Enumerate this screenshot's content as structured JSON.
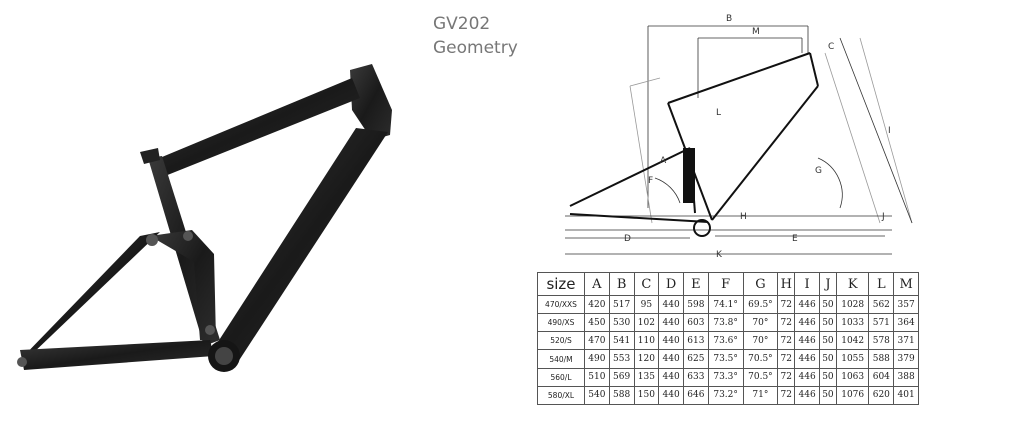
{
  "title": {
    "model": "GV202",
    "subtitle": "Geometry"
  },
  "diagram_labels": [
    "B",
    "M",
    "C",
    "L",
    "I",
    "A",
    "F",
    "G",
    "H",
    "J",
    "D",
    "E",
    "K"
  ],
  "table": {
    "headers": [
      "size",
      "A",
      "B",
      "C",
      "D",
      "E",
      "F",
      "G",
      "H",
      "I",
      "J",
      "K",
      "L",
      "M"
    ],
    "rows": [
      [
        "470/XXS",
        "420",
        "517",
        "95",
        "440",
        "598",
        "74.1°",
        "69.5°",
        "72",
        "446",
        "50",
        "1028",
        "562",
        "357"
      ],
      [
        "490/XS",
        "450",
        "530",
        "102",
        "440",
        "603",
        "73.8°",
        "70°",
        "72",
        "446",
        "50",
        "1033",
        "571",
        "364"
      ],
      [
        "520/S",
        "470",
        "541",
        "110",
        "440",
        "613",
        "73.6°",
        "70°",
        "72",
        "446",
        "50",
        "1042",
        "578",
        "371"
      ],
      [
        "540/M",
        "490",
        "553",
        "120",
        "440",
        "625",
        "73.5°",
        "70.5°",
        "72",
        "446",
        "50",
        "1055",
        "588",
        "379"
      ],
      [
        "560/L",
        "510",
        "569",
        "135",
        "440",
        "633",
        "73.3°",
        "70.5°",
        "72",
        "446",
        "50",
        "1063",
        "604",
        "388"
      ],
      [
        "580/XL",
        "540",
        "588",
        "150",
        "440",
        "646",
        "73.2°",
        "71°",
        "72",
        "446",
        "50",
        "1076",
        "620",
        "401"
      ]
    ]
  }
}
